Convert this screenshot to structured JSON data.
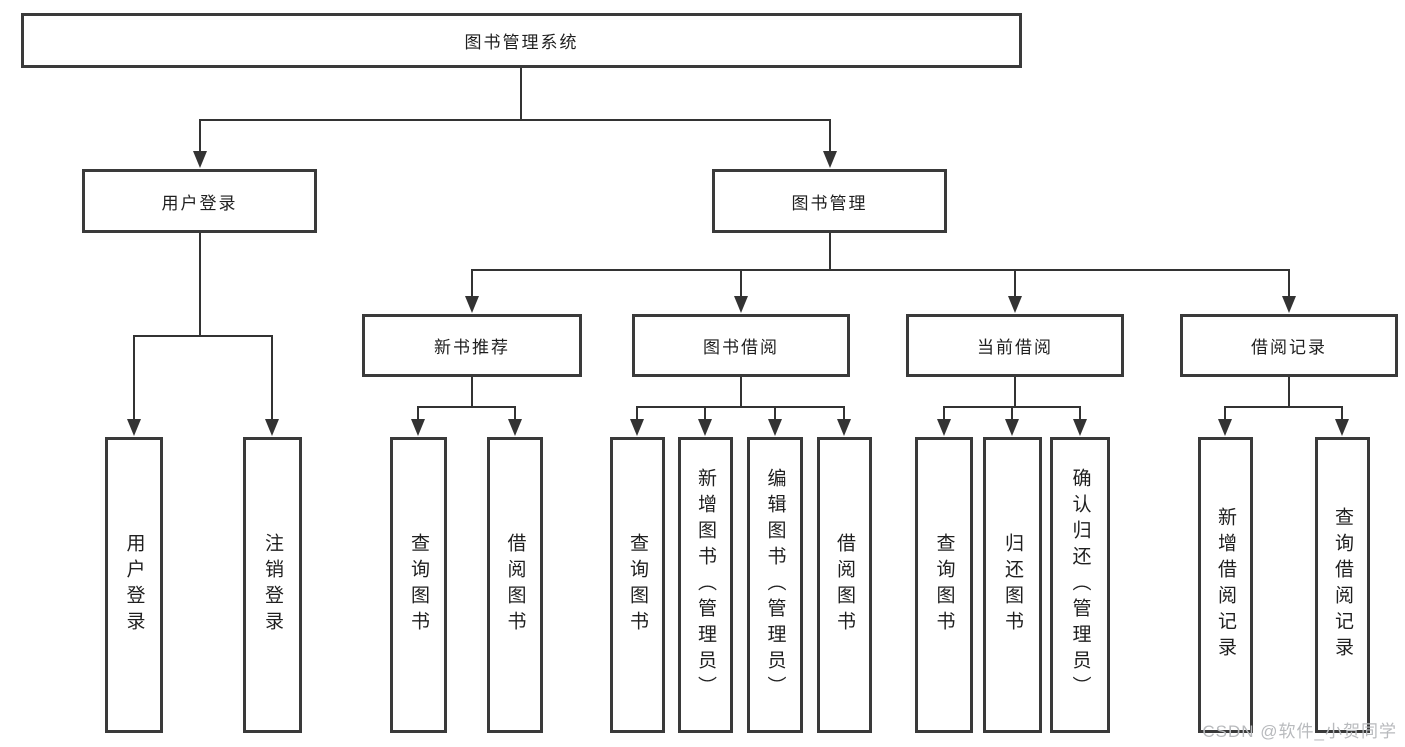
{
  "diagram": {
    "root": {
      "label": "图书管理系统"
    },
    "level1": [
      {
        "label": "用户登录"
      },
      {
        "label": "图书管理"
      }
    ],
    "level2": [
      {
        "label": "新书推荐"
      },
      {
        "label": "图书借阅"
      },
      {
        "label": "当前借阅"
      },
      {
        "label": "借阅记录"
      }
    ],
    "leaves": {
      "userLogin": [
        {
          "label": "用户登录"
        },
        {
          "label": "注销登录"
        }
      ],
      "newBookRecommend": [
        {
          "label": "查询图书"
        },
        {
          "label": "借阅图书"
        }
      ],
      "bookBorrow": [
        {
          "label": "查询图书"
        },
        {
          "label": "新增图书（管理员）"
        },
        {
          "label": "编辑图书（管理员）"
        },
        {
          "label": "借阅图书"
        }
      ],
      "currentBorrow": [
        {
          "label": "查询图书"
        },
        {
          "label": "归还图书"
        },
        {
          "label": "确认归还（管理员）"
        }
      ],
      "borrowRecords": [
        {
          "label": "新增借阅记录"
        },
        {
          "label": "查询借阅记录"
        }
      ]
    }
  },
  "watermark": {
    "text": "CSDN @软件_小贺同学"
  },
  "colors": {
    "line": "#333333",
    "border": "#3a3a3a",
    "text": "#1f1f1f",
    "watermark": "#b8babd",
    "background": "#ffffff"
  }
}
